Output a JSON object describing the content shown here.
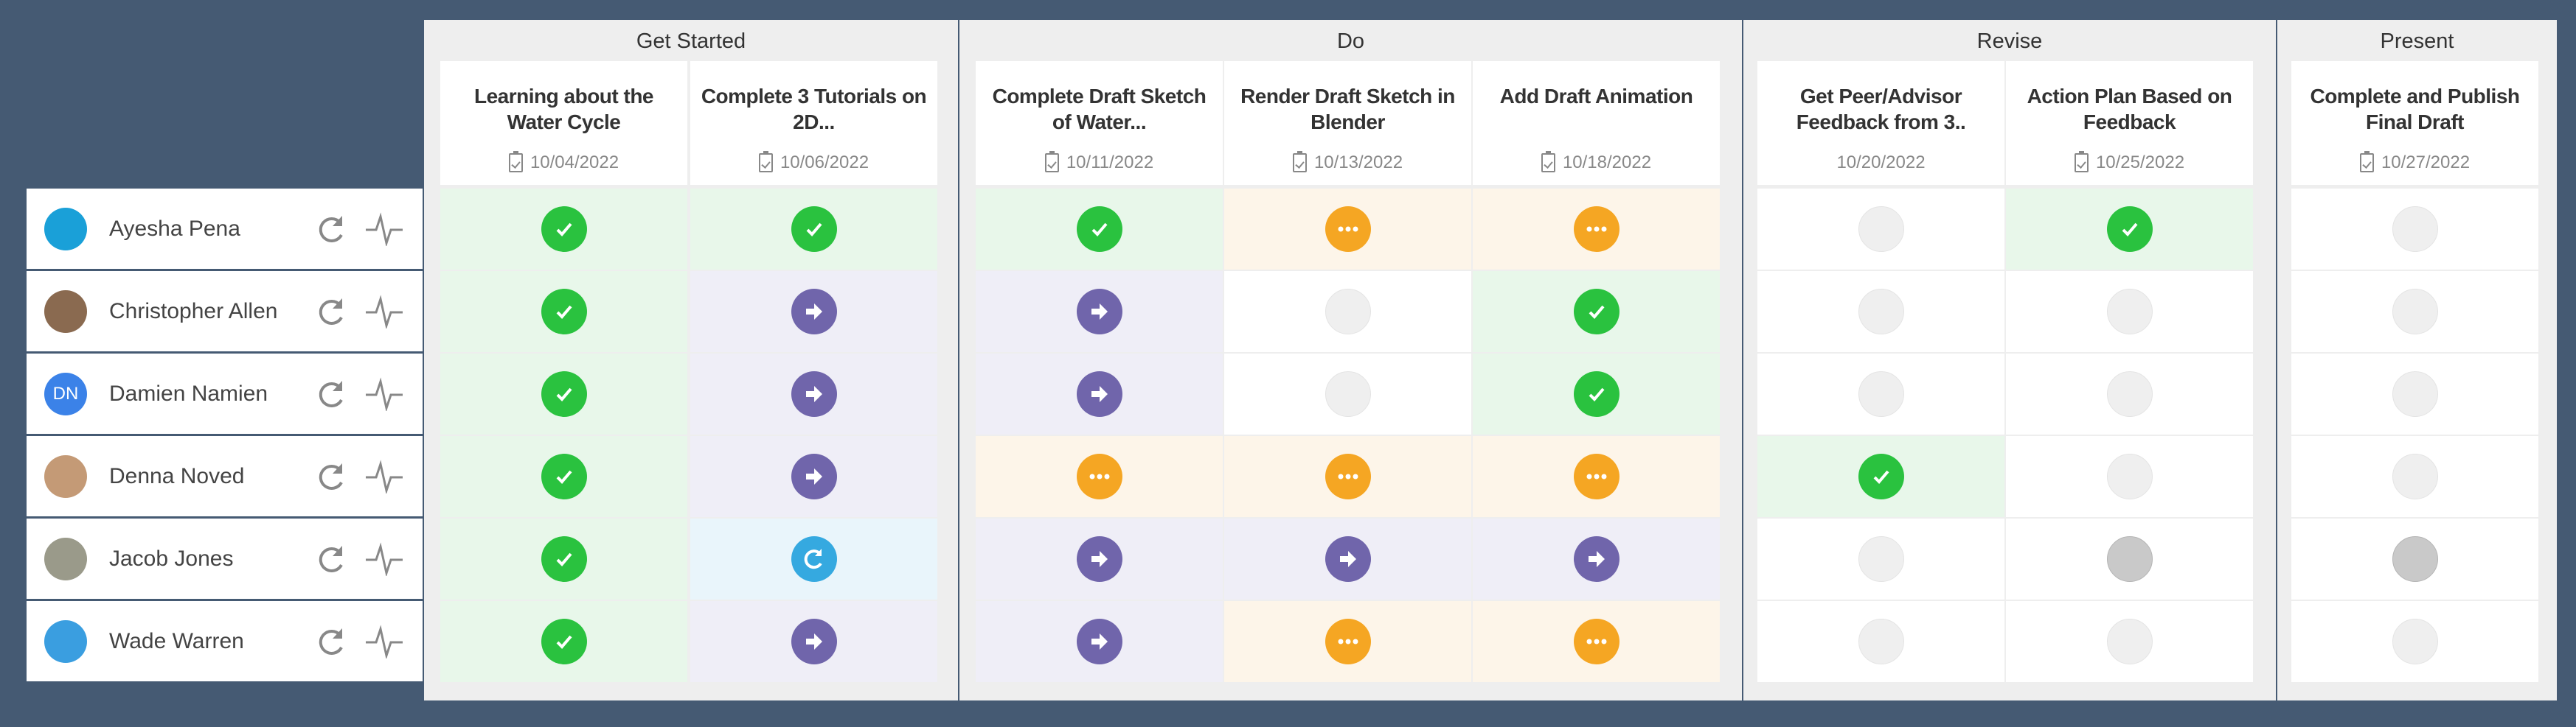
{
  "groups": [
    {
      "title": "Get Started",
      "tasks": [
        {
          "title": "Learning about the Water Cycle",
          "date": "10/04/2022",
          "icon": "clipboard-check-icon"
        },
        {
          "title": "Complete 3 Tutorials on 2D...",
          "date": "10/06/2022",
          "icon": "clipboard-check-icon"
        }
      ]
    },
    {
      "title": "Do",
      "tasks": [
        {
          "title": "Complete Draft Sketch of Water...",
          "date": "10/11/2022",
          "icon": "clipboard-check-icon"
        },
        {
          "title": "Render Draft Sketch in Blender",
          "date": "10/13/2022",
          "icon": "clipboard-check-icon"
        },
        {
          "title": "Add Draft Animation",
          "date": "10/18/2022",
          "icon": "clipboard-check-icon"
        }
      ]
    },
    {
      "title": "Revise",
      "tasks": [
        {
          "title": "Get Peer/Advisor Feedback from 3..",
          "date": "10/20/2022",
          "icon": null
        },
        {
          "title": "Action Plan Based on Feedback",
          "date": "10/25/2022",
          "icon": "clipboard-check-icon"
        }
      ]
    },
    {
      "title": "Present",
      "tasks": [
        {
          "title": "Complete and Publish Final Draft",
          "date": "10/27/2022",
          "icon": "clipboard-check-icon"
        }
      ]
    }
  ],
  "students": [
    {
      "name": "Ayesha Pena",
      "initials": "",
      "avatar_color": "#1aa0d8",
      "statuses": [
        "done",
        "done",
        "done",
        "wip",
        "wip",
        "empty",
        "done",
        "empty"
      ]
    },
    {
      "name": "Christopher Allen",
      "initials": "",
      "avatar_color": "#8a6a50",
      "statuses": [
        "done",
        "next",
        "next",
        "empty",
        "done",
        "empty",
        "empty",
        "empty"
      ]
    },
    {
      "name": "Damien Namien",
      "initials": "DN",
      "avatar_color": "#3b82e8",
      "statuses": [
        "done",
        "next",
        "next",
        "empty",
        "done",
        "empty",
        "empty",
        "empty"
      ]
    },
    {
      "name": "Denna Noved",
      "initials": "",
      "avatar_color": "#c49a76",
      "statuses": [
        "done",
        "next",
        "wip",
        "wip",
        "wip",
        "done",
        "empty",
        "empty"
      ]
    },
    {
      "name": "Jacob Jones",
      "initials": "",
      "avatar_color": "#9a9a8a",
      "statuses": [
        "done",
        "redo",
        "next",
        "next",
        "next",
        "empty",
        "grey",
        "grey"
      ]
    },
    {
      "name": "Wade Warren",
      "initials": "",
      "avatar_color": "#3a9ee0",
      "statuses": [
        "done",
        "next",
        "next",
        "wip",
        "wip",
        "empty",
        "empty",
        "empty"
      ]
    }
  ],
  "row_icons": [
    "reset-icon",
    "activity-icon"
  ]
}
